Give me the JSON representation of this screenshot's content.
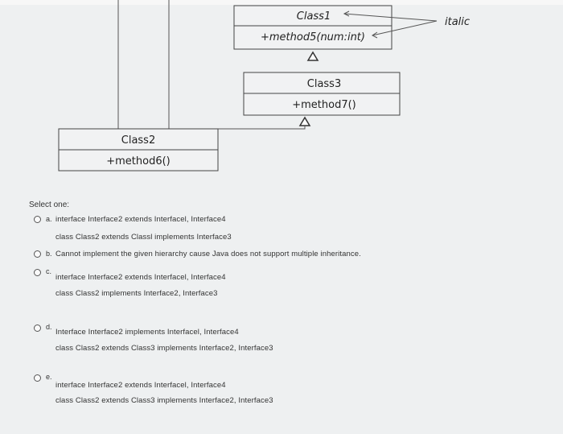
{
  "diagram": {
    "class1": {
      "name": "Class1",
      "method": "+method5(num:int)"
    },
    "class3": {
      "name": "Class3",
      "method": "+method7()"
    },
    "class2": {
      "name": "Class2",
      "method": "+method6()"
    },
    "note": "italic"
  },
  "question": {
    "select_label": "Select one:",
    "options": [
      {
        "letter": "a.",
        "lines": [
          "interface Interface2 extends Interfacel, Interface4",
          "class Class2 extends Classl implements Interface3"
        ]
      },
      {
        "letter": "b.",
        "lines": [
          "Cannot implement the given hierarchy cause Java does not support multiple inheritance."
        ]
      },
      {
        "letter": "c.",
        "lines": [
          "interface Interface2 extends Interfacel, Interface4",
          "class Class2 implements Interface2, Interface3"
        ]
      },
      {
        "letter": "d.",
        "lines": [
          "Interface Interface2 implements Interfacel, Interface4",
          "class Class2 extends Class3 implements Interface2, Interface3"
        ]
      },
      {
        "letter": "e.",
        "lines": [
          "interface Interface2 extends Interfacel, Interface4",
          "class Class2 extends Class3 implements Interface2, Interface3"
        ]
      }
    ]
  }
}
